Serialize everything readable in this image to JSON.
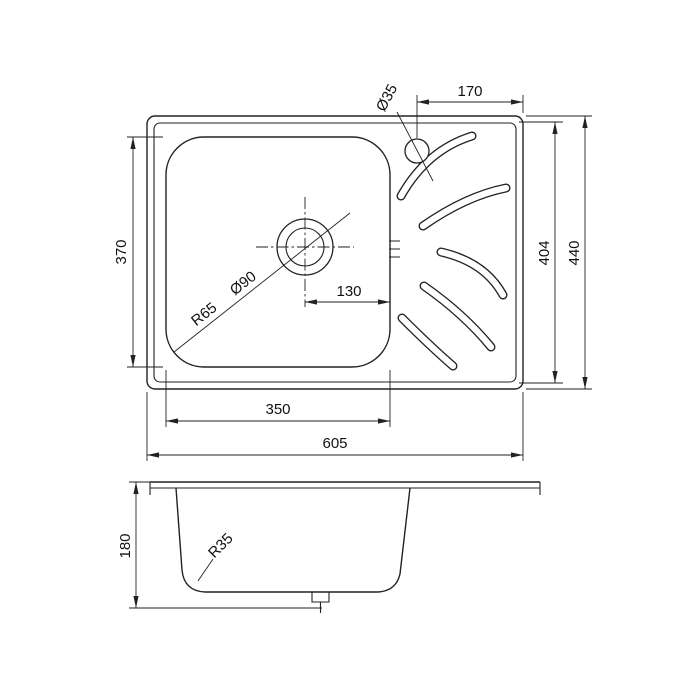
{
  "page": {
    "background": "#ffffff",
    "line_color": "#222222"
  },
  "drawing": {
    "type": "technical-drawing",
    "subject": "inset kitchen sink with bowl and drainer, top view and section view",
    "top_dims": {
      "faucet_offset": "170",
      "bowl_height": "370",
      "inner_height": "404",
      "overall_height": "440",
      "drain_offset": "130",
      "bowl_width": "350",
      "overall_width": "605",
      "faucet_diameter": "Ø35",
      "corner_radius": "R65",
      "drain_diameter": "Ø90"
    },
    "section_dims": {
      "depth": "180",
      "bottom_radius": "R35"
    }
  }
}
